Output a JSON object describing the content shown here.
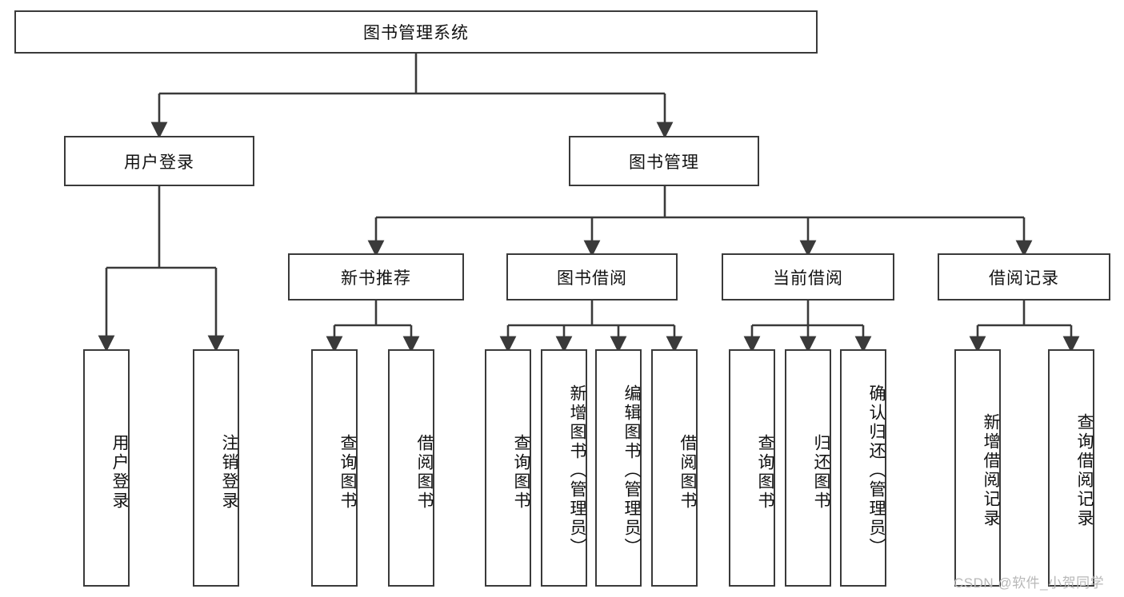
{
  "diagram": {
    "title": "图书管理系统",
    "type": "hierarchy-tree",
    "root": {
      "label": "图书管理系统"
    },
    "level2": [
      {
        "label": "用户登录"
      },
      {
        "label": "图书管理"
      }
    ],
    "level3": [
      {
        "label": "新书推荐"
      },
      {
        "label": "图书借阅"
      },
      {
        "label": "当前借阅"
      },
      {
        "label": "借阅记录"
      }
    ],
    "leaves": {
      "user_login": [
        {
          "label": "用户登录"
        },
        {
          "label": "注销登录"
        }
      ],
      "new_book_recommend": [
        {
          "label": "查询图书"
        },
        {
          "label": "借阅图书"
        }
      ],
      "book_borrow": [
        {
          "label": "查询图书"
        },
        {
          "label": "新增图书（管理员）"
        },
        {
          "label": "编辑图书（管理员）"
        },
        {
          "label": "借阅图书"
        }
      ],
      "current_borrow": [
        {
          "label": "查询图书"
        },
        {
          "label": "归还图书"
        },
        {
          "label": "确认归还（管理员）"
        }
      ],
      "borrow_record": [
        {
          "label": "新增借阅记录"
        },
        {
          "label": "查询借阅记录"
        }
      ]
    }
  },
  "watermark": {
    "text": "CSDN @软件_小贺同学"
  },
  "colors": {
    "stroke": "#3a3a3a",
    "fill": "#ffffff",
    "text": "#111111",
    "watermark": "#b8b8b8"
  }
}
